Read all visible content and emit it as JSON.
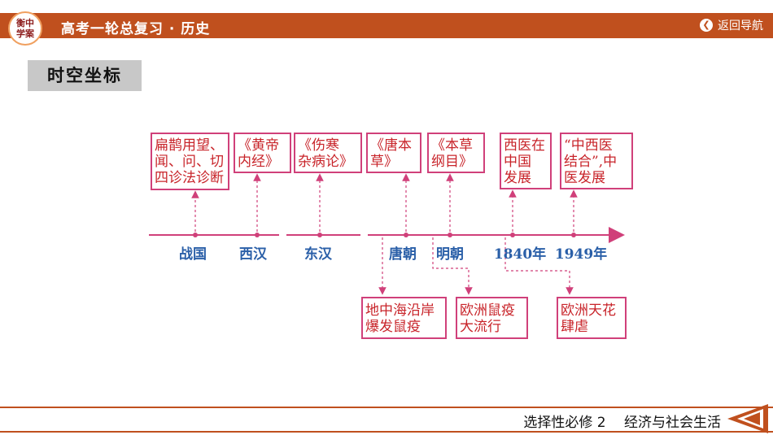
{
  "header": {
    "logo_text": "衡中学案",
    "title": "高考一轮总复习 · 历史",
    "back_label": "返回导航"
  },
  "section_tag": "时空坐标",
  "timeline": {
    "labels": [
      "战国",
      "西汉",
      "东汉",
      "唐朝",
      "明朝",
      "1840年",
      "1949年"
    ],
    "top_boxes": [
      {
        "lines": [
          "扁鹊用望、",
          "闻、问、切",
          "四诊法诊断"
        ]
      },
      {
        "lines": [
          "《黄帝",
          "内经》"
        ]
      },
      {
        "lines": [
          "《伤寒",
          "杂病论》"
        ]
      },
      {
        "lines": [
          "《唐本",
          "草》"
        ]
      },
      {
        "lines": [
          "《本草",
          "纲目》"
        ]
      },
      {
        "lines": [
          "西医在",
          "中国",
          "发展"
        ]
      },
      {
        "lines": [
          "“中西医",
          "结合”,中",
          "医发展"
        ]
      }
    ],
    "bottom_boxes": [
      {
        "lines": [
          "地中海沿岸",
          "爆发鼠疫"
        ]
      },
      {
        "lines": [
          "欧洲鼠疫",
          "大流行"
        ]
      },
      {
        "lines": [
          "欧洲天花",
          "肆虐"
        ]
      }
    ]
  },
  "footer": {
    "text": "选择性必修 2　 经济与社会生活"
  },
  "colors": {
    "header_bg": "#c0501e",
    "box_border": "#d0407a",
    "box_text": "#c8242a",
    "label_text": "#2a5fa8"
  }
}
